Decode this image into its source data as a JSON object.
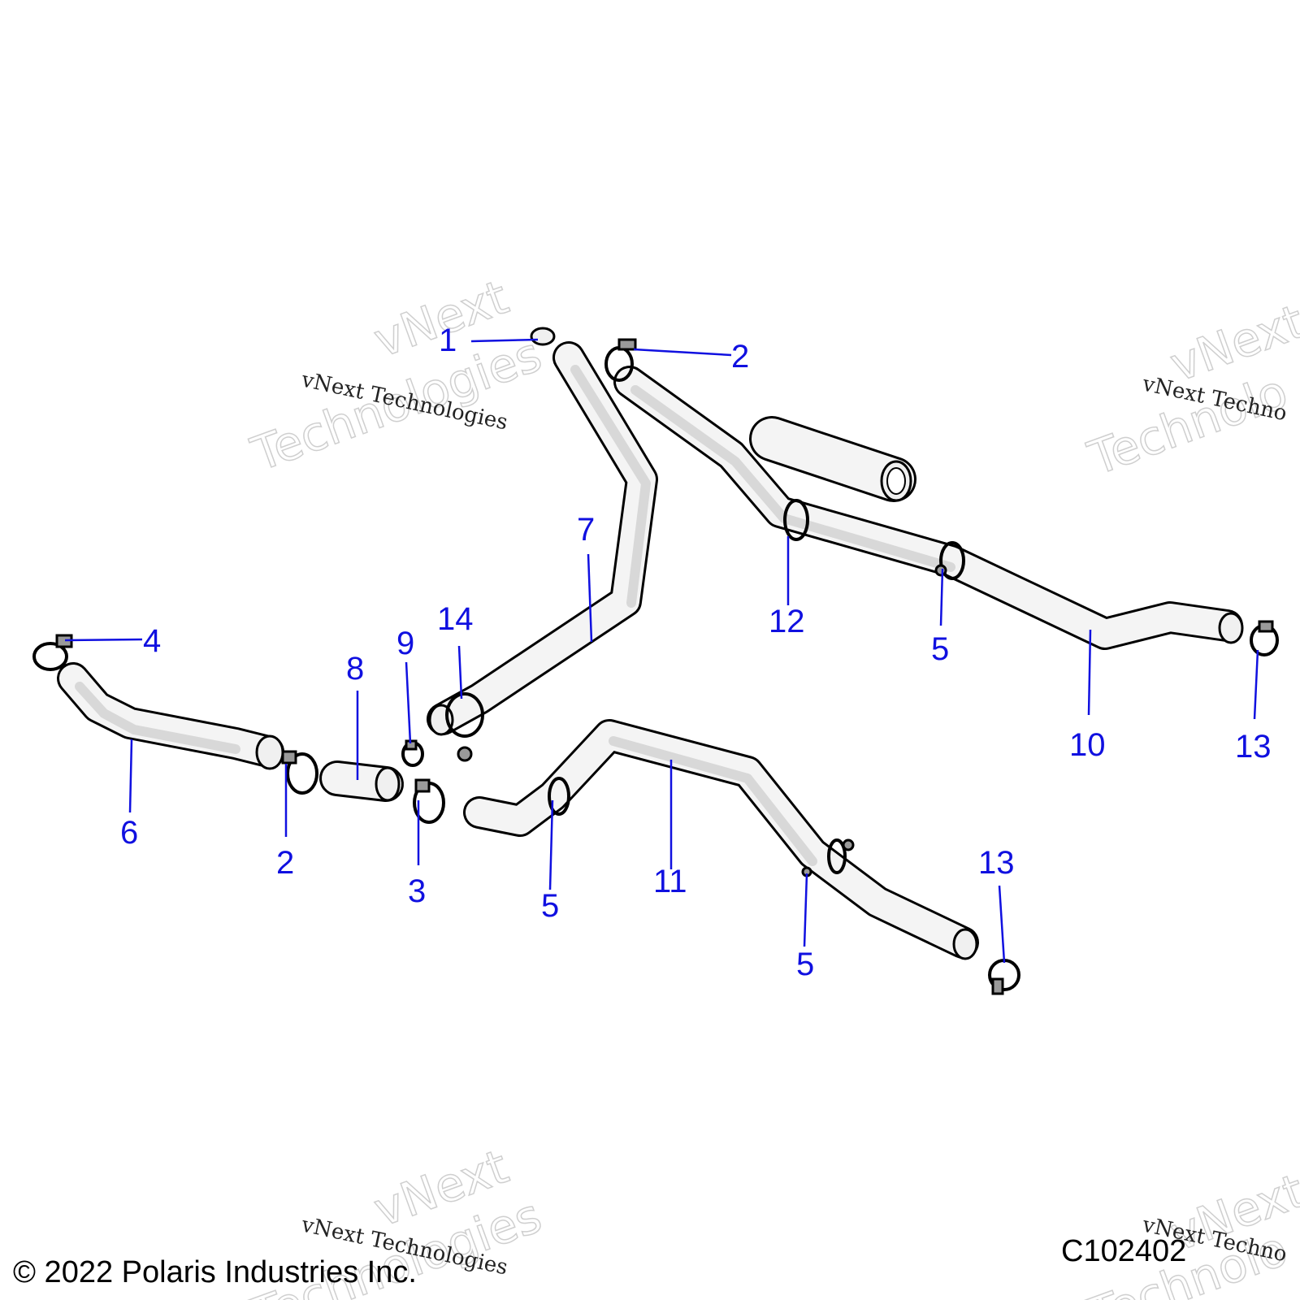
{
  "diagram": {
    "callouts": [
      "1",
      "2",
      "2",
      "3",
      "4",
      "5",
      "5",
      "5",
      "6",
      "7",
      "8",
      "9",
      "10",
      "11",
      "12",
      "13",
      "13",
      "14"
    ],
    "colors": {
      "callout": "#1010e0",
      "line": "#000000",
      "hose_fill": "#f4f4f4",
      "watermark": "#cfcfcf"
    }
  },
  "watermark": {
    "line1": "vNext Technologies",
    "line2a": "vNext",
    "line2b": "Technologies",
    "right1": "vNext Techno",
    "right2": "vNext",
    "right3": "Technolo",
    "br1": "vNext Techno",
    "br2": "vNext",
    "br3": "Technolo"
  },
  "footer": {
    "copyright": "© 2022 Polaris Industries Inc.",
    "code": "C102402"
  }
}
